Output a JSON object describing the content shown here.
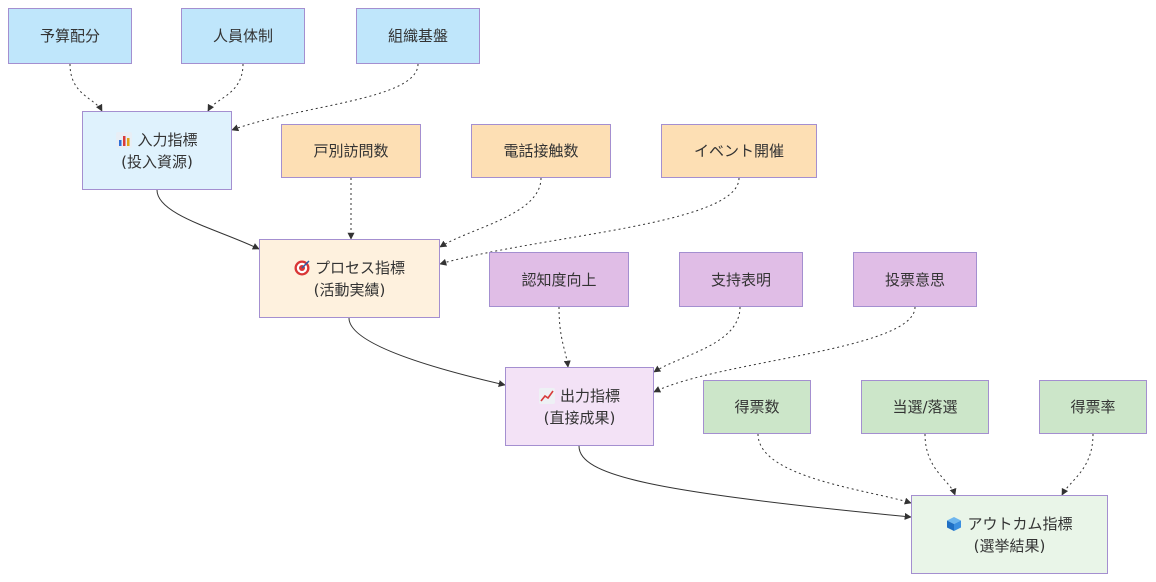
{
  "colors": {
    "blue": "#bfe6fb",
    "blue_light": "#dff2fd",
    "orange": "#fddfb4",
    "orange_light": "#fef1de",
    "purple": "#e0bde6",
    "purple_light": "#f3e2f6",
    "green": "#cce6c9",
    "green_light": "#e9f5e8",
    "border": "#a48fd0",
    "edge": "#333333"
  },
  "inputs": [
    "予算配分",
    "人員体制",
    "組織基盤"
  ],
  "activities": [
    "戸別訪問数",
    "電話接触数",
    "イベント開催"
  ],
  "outputs": [
    "認知度向上",
    "支持表明",
    "投票意思"
  ],
  "outcomes": [
    "得票数",
    "当選/落選",
    "得票率"
  ],
  "indicators": {
    "input": {
      "title": "入力指標",
      "sub": "(投入資源)",
      "icon": "bar-chart-icon"
    },
    "process": {
      "title": "プロセス指標",
      "sub": "(活動実績)",
      "icon": "target-icon"
    },
    "output": {
      "title": "出力指標",
      "sub": "(直接成果)",
      "icon": "trend-chart-icon"
    },
    "outcome": {
      "title": "アウトカム指標",
      "sub": "(選挙結果)",
      "icon": "cube-icon"
    }
  }
}
